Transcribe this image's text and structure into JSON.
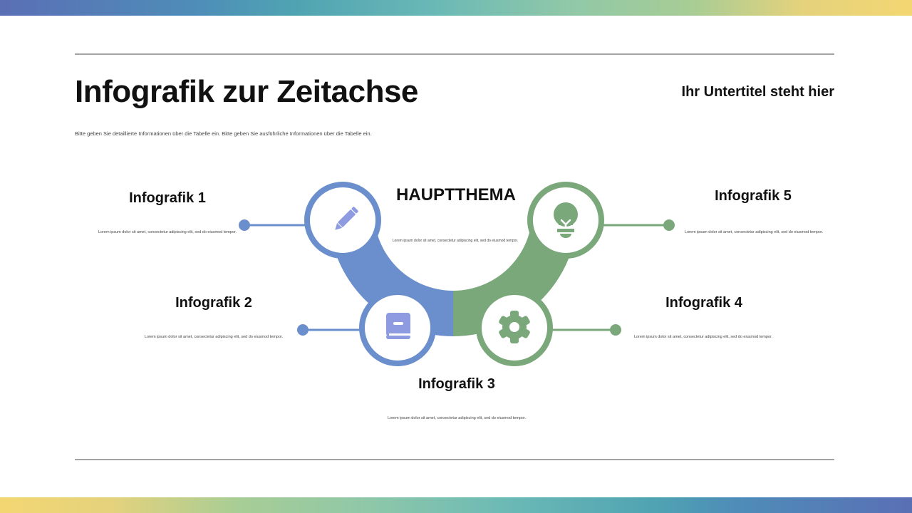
{
  "header": {
    "title": "Infografik zur Zeitachse",
    "subtitle": "Ihr Untertitel steht hier",
    "description": "Bitte geben Sie detaillierte Informationen über die Tabelle ein. Bitte geben Sie ausführliche Informationen über die Tabelle ein."
  },
  "center": {
    "title": "HAUPTTHEMA",
    "text": "Lorem ipsum dolor sit amet, consectetur adipiscing elit, sed do eiusmod tempor."
  },
  "items": [
    {
      "label": "Infografik 1",
      "text": "Lorem ipsum dolor sit amet, consectetur adipiscing elit, sed do eiusmod tempor.",
      "icon": "pencil-icon",
      "color": "#6B8FCC"
    },
    {
      "label": "Infografik 2",
      "text": "Lorem ipsum dolor sit amet, consectetur adipiscing elit, sed do eiusmod tempor.",
      "icon": "book-icon",
      "color": "#6B8FCC"
    },
    {
      "label": "Infografik 3",
      "text": "Lorem ipsum dolor sit amet, consectetur adipiscing elit, sed do eiusmod tempor."
    },
    {
      "label": "Infografik 4",
      "text": "Lorem ipsum dolor sit amet, consectetur adipiscing elit, sed do eiusmod tempor.",
      "icon": "gear-icon",
      "color": "#7BA87A"
    },
    {
      "label": "Infografik 5",
      "text": "Lorem ipsum dolor sit amet, consectetur adipiscing elit, sed do eiusmod tempor.",
      "icon": "lightbulb-icon",
      "color": "#7BA87A"
    }
  ],
  "colors": {
    "blue": "#6B8FCC",
    "green": "#7BA87A",
    "icon_blue": "#8E9BE0",
    "rule": "#A3A3A3"
  }
}
